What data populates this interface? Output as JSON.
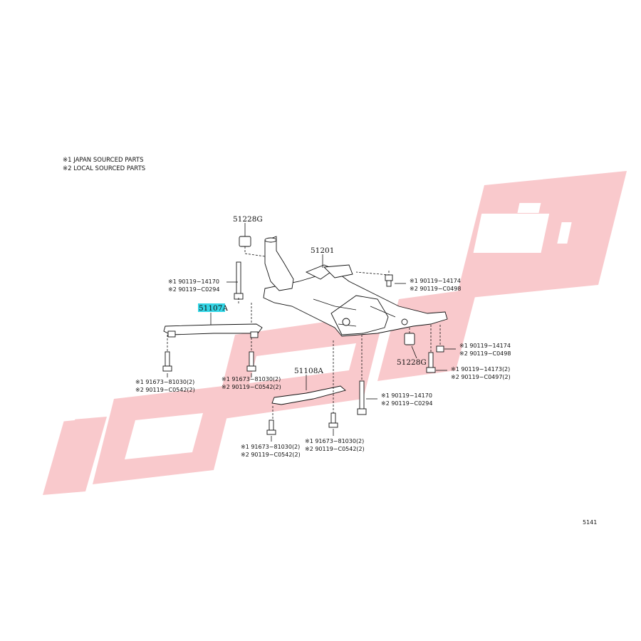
{
  "notes": [
    "※1 JAPAN SOURCED PARTS",
    "※2 LOCAL SOURCED PARTS"
  ],
  "parts": {
    "p51228g_top": "51228G",
    "p51201": "51201",
    "p51107a": "51107A",
    "p51108a": "51108A",
    "p51228g_right": "51228G"
  },
  "fasteners": {
    "left_bolt_top": [
      "※1 90119−14170",
      "※2 90119−C0294"
    ],
    "right_bolt_top": [
      "※1 90119−14174",
      "※2 90119−C0498"
    ],
    "right_bolt_mid": [
      "※1 90119−14174",
      "※2 90119−C0498"
    ],
    "right_bolt_low": [
      "※1 90119−14173(2)",
      "※2 90119−C0497(2)"
    ],
    "center_bolt": [
      "※1 90119−14170",
      "※2 90119−C0294"
    ],
    "bolt_a": [
      "※1 91673−81030(2)",
      "※2 90119−C0542(2)"
    ],
    "bolt_b": [
      "※1 91673−81030(2)",
      "※2 90119−C0542(2)"
    ],
    "bolt_c": [
      "※1 91673−81030(2)",
      "※2 90119−C0542(2)"
    ],
    "bolt_d": [
      "※1 91673−81030(2)",
      "※2 90119−C0542(2)"
    ]
  },
  "diagram_code": "5141",
  "watermark": {
    "color": "#f9c9cc",
    "icon": "engine-icon"
  }
}
